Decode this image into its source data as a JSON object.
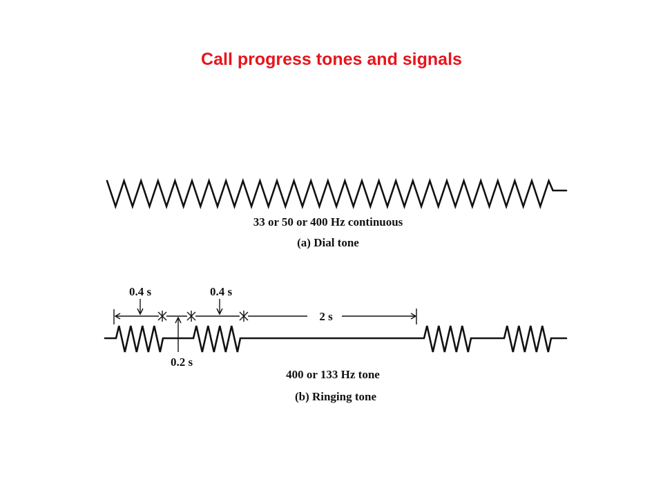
{
  "title": "Call progress tones and signals",
  "title_color": "#e8141c",
  "dial_tone": {
    "frequency_label": "33 or 50 or 400 Hz continuous",
    "caption": "(a) Dial tone"
  },
  "ringing_tone": {
    "on_label_1": "0.4 s",
    "on_label_2": "0.4 s",
    "gap_label": "0.2 s",
    "silence_label": "2 s",
    "frequency_label": "400 or 133 Hz tone",
    "caption": "(b) Ringing tone"
  }
}
